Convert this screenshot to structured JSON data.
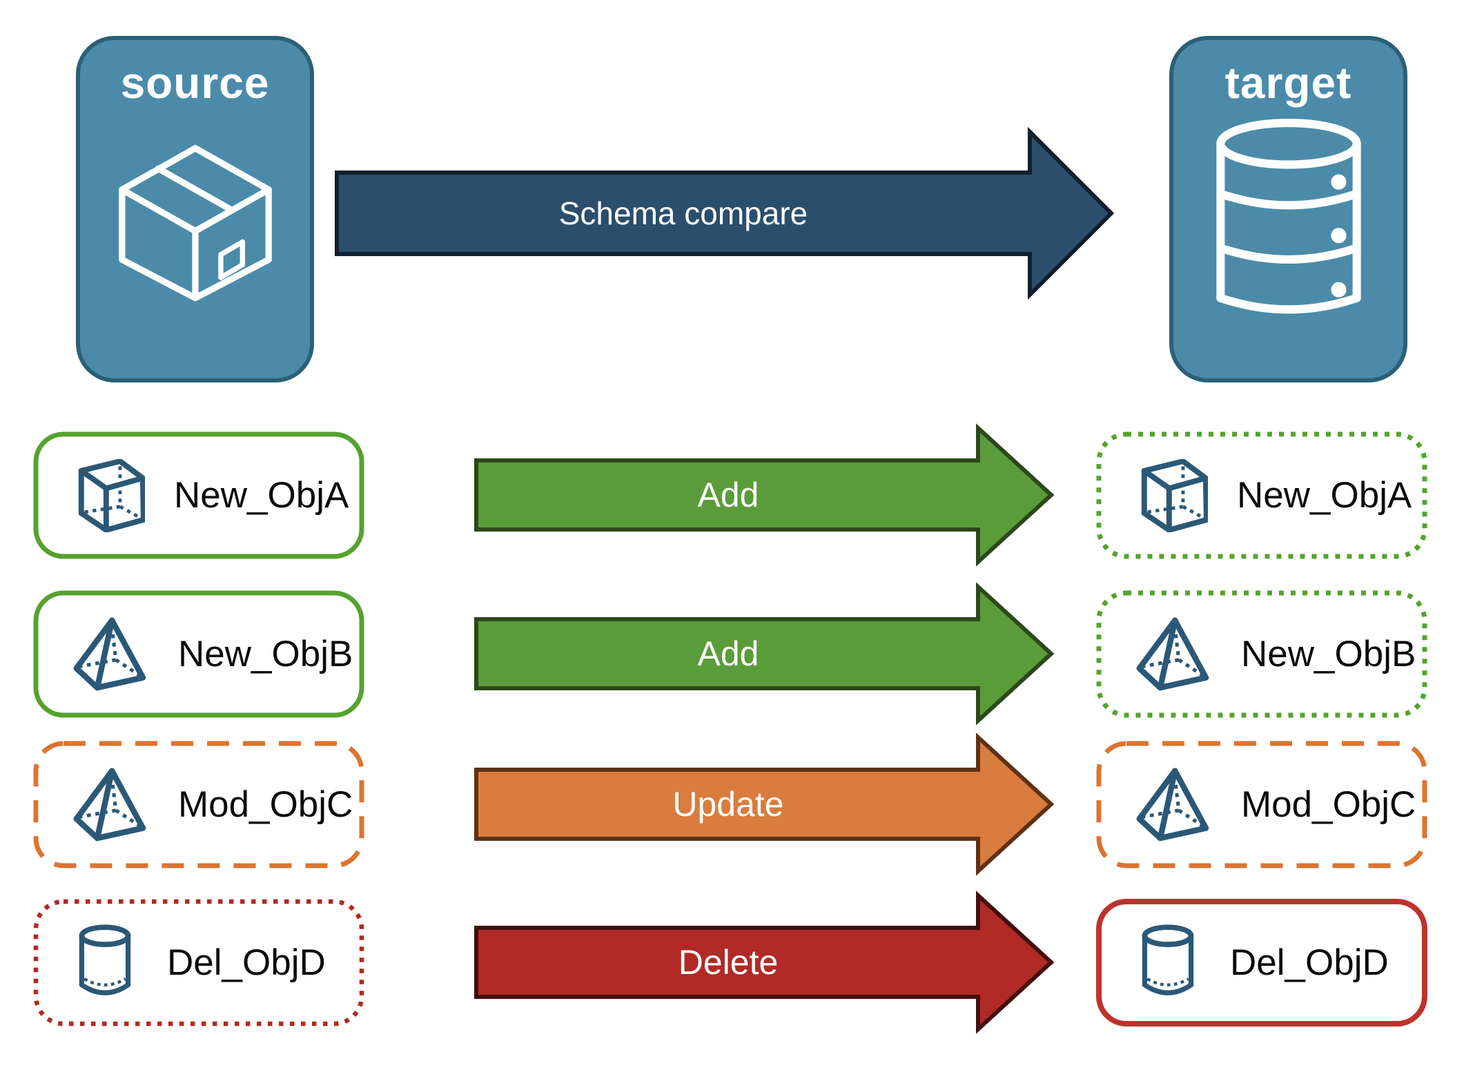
{
  "title_boxes": {
    "source": {
      "label": "source",
      "icon": "package-box-icon"
    },
    "target": {
      "label": "target",
      "icon": "database-icon"
    }
  },
  "main_arrow": {
    "label": "Schema compare",
    "fill": "#2B4E6C"
  },
  "rows": [
    {
      "left": {
        "label": "New_ObjA",
        "icon": "cube-icon",
        "border_style": "green-solid"
      },
      "arrow": {
        "label": "Add",
        "fill": "#5B9C3A"
      },
      "right": {
        "label": "New_ObjA",
        "icon": "cube-icon",
        "border_style": "green-dotted"
      }
    },
    {
      "left": {
        "label": "New_ObjB",
        "icon": "pyramid-icon",
        "border_style": "green-solid"
      },
      "arrow": {
        "label": "Add",
        "fill": "#5B9C3A"
      },
      "right": {
        "label": "New_ObjB",
        "icon": "pyramid-icon",
        "border_style": "green-dotted"
      }
    },
    {
      "left": {
        "label": "Mod_ObjC",
        "icon": "pyramid-icon",
        "border_style": "orange-dashed"
      },
      "arrow": {
        "label": "Update",
        "fill": "#D97C3D"
      },
      "right": {
        "label": "Mod_ObjC",
        "icon": "pyramid-icon",
        "border_style": "orange-dashed"
      }
    },
    {
      "left": {
        "label": "Del_ObjD",
        "icon": "cylinder-icon",
        "border_style": "red-dotted"
      },
      "arrow": {
        "label": "Delete",
        "fill": "#B12A25"
      },
      "right": {
        "label": "Del_ObjD",
        "icon": "cylinder-icon",
        "border_style": "red-solid"
      }
    }
  ],
  "colors": {
    "steel_blue_fill": "#4B8BA9",
    "steel_blue_border": "#2B6077",
    "navy_arrow": "#2B4E6C",
    "green_arrow": "#5B9C3A",
    "green_border": "#56A22F",
    "orange_arrow": "#D97C3D",
    "orange_border": "#DC7430",
    "red_arrow": "#B12A25",
    "red_dotted_border": "#B3281E",
    "red_solid_border": "#BE332C",
    "icon_blue": "#2B5877",
    "label_text": "#0A0A0A",
    "arrow_text": "#FFFFFF"
  }
}
